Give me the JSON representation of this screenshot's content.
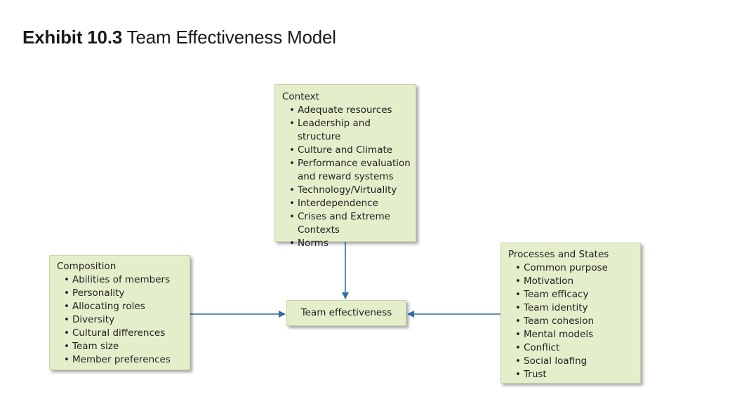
{
  "title": {
    "bold": "Exhibit 10.3",
    "rest": " Team Effectiveness Model"
  },
  "nodes": {
    "context": {
      "heading": "Context",
      "lines": [
        {
          "text": "Adequate resources",
          "bullet": true
        },
        {
          "text": "Leadership and structure",
          "bullet": true
        },
        {
          "text": "Culture and Climate",
          "bullet": true
        },
        {
          "text": "Performance evaluation",
          "bullet": true
        },
        {
          "text": "and reward systems",
          "bullet": false
        },
        {
          "text": "Technology/Virtuality",
          "bullet": true
        },
        {
          "text": "Interdependence",
          "bullet": true
        },
        {
          "text": "Crises and Extreme",
          "bullet": true
        },
        {
          "text": "Contexts",
          "bullet": false
        },
        {
          "text": "Norms",
          "bullet": true
        }
      ]
    },
    "composition": {
      "heading": "Composition",
      "lines": [
        {
          "text": "Abilities of members",
          "bullet": true
        },
        {
          "text": "Personality",
          "bullet": true
        },
        {
          "text": "Allocating roles",
          "bullet": true
        },
        {
          "text": "Diversity",
          "bullet": true
        },
        {
          "text": "Cultural differences",
          "bullet": true
        },
        {
          "text": "Team size",
          "bullet": true
        },
        {
          "text": "Member preferences",
          "bullet": true
        }
      ]
    },
    "processes": {
      "heading": "Processes and States",
      "lines": [
        {
          "text": "Common purpose",
          "bullet": true
        },
        {
          "text": "Motivation",
          "bullet": true
        },
        {
          "text": "Team efficacy",
          "bullet": true
        },
        {
          "text": "Team identity",
          "bullet": true
        },
        {
          "text": "Team cohesion",
          "bullet": true
        },
        {
          "text": "Mental models",
          "bullet": true
        },
        {
          "text": "Conflict",
          "bullet": true
        },
        {
          "text": "Social loafing",
          "bullet": true
        },
        {
          "text": "Trust",
          "bullet": true
        }
      ]
    },
    "effectiveness": {
      "label": "Team effectiveness"
    }
  },
  "edges": [
    {
      "from": "context",
      "to": "effectiveness"
    },
    {
      "from": "composition",
      "to": "effectiveness"
    },
    {
      "from": "processes",
      "to": "effectiveness"
    }
  ],
  "colors": {
    "box_fill": "#e5eecb",
    "arrow": "#2f6f9f"
  }
}
